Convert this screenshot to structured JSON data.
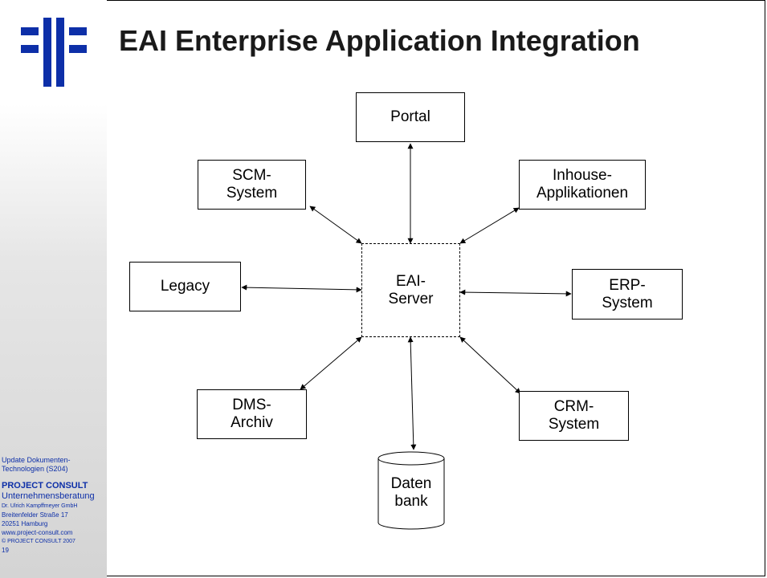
{
  "slide": {
    "title": "EAI Enterprise Application Integration",
    "page_number": "19"
  },
  "footer": {
    "doc_line1": "Update Dokumenten-",
    "doc_line2": "Technologien (S204)",
    "company": "PROJECT  CONSULT",
    "subtitle": "Unternehmensberatung",
    "person": "Dr. Ulrich Kampffmeyer  GmbH",
    "street": "Breitenfelder Straße 17",
    "city": "20251 Hamburg",
    "website": "www.project-consult.com",
    "copyright": "© PROJECT CONSULT  2007"
  },
  "diagram": {
    "center": {
      "line1": "EAI-",
      "line2": "Server"
    },
    "nodes": {
      "portal": {
        "line1": "Portal"
      },
      "scm": {
        "line1": "SCM-",
        "line2": "System"
      },
      "inhouse": {
        "line1": "Inhouse-",
        "line2": "Applikationen"
      },
      "legacy": {
        "line1": "Legacy"
      },
      "erp": {
        "line1": "ERP-",
        "line2": "System"
      },
      "dms": {
        "line1": "DMS-",
        "line2": "Archiv"
      },
      "crm": {
        "line1": "CRM-",
        "line2": "System"
      },
      "database": {
        "line1": "Daten",
        "line2": "bank"
      }
    }
  },
  "colors": {
    "logo_blue": "#0d2fa8",
    "footer_text": "#0d2fa8"
  }
}
